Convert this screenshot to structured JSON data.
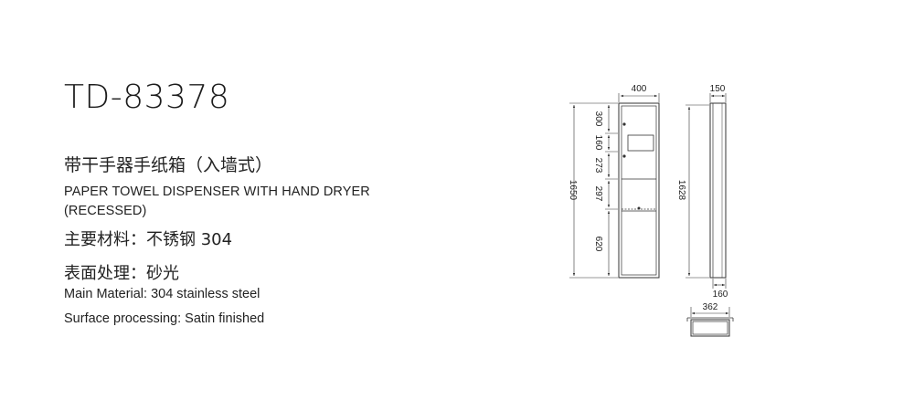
{
  "product": {
    "model": "TD-83378",
    "title_cn": "带干手器手纸箱（入墙式）",
    "title_en_line1": "PAPER TOWEL DISPENSER WITH HAND DRYER",
    "title_en_line2": "(RECESSED)",
    "material_cn": "主要材料：不锈钢 304",
    "finish_cn": "表面处理：砂光",
    "material_en": "Main Material: 304 stainless steel",
    "finish_en": "Surface processing: Satin finished"
  },
  "drawing": {
    "dimensions": {
      "front_width": "400",
      "overall_height": "1650",
      "seg_top": "300",
      "seg_slot": "160",
      "seg_mid": "273",
      "seg_dryer": "297",
      "seg_bottom": "620",
      "side_depth": "150",
      "side_height": "1628",
      "side_bottom": "160",
      "plan_width": "362"
    },
    "line_color": "#333333"
  }
}
